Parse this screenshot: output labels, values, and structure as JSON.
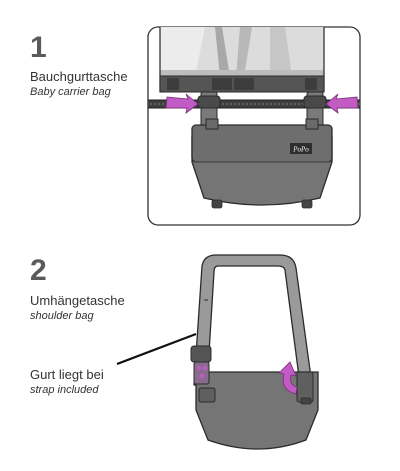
{
  "step1": {
    "number": "1",
    "title": "Bauchgurttasche",
    "subtitle": "Baby carrier bag"
  },
  "step2": {
    "number": "2",
    "title": "Umhängetasche",
    "subtitle": "shoulder bag"
  },
  "strap_note": {
    "title": "Gurt liegt bei",
    "subtitle": "strap included"
  },
  "brand_logo": "PoPo",
  "colors": {
    "bag": "#757575",
    "bag_dark": "#5f5f5f",
    "outline": "#2b2b2b",
    "arrow": "#c25bc4",
    "strap": "#9a9a9a",
    "text": "#333333"
  }
}
